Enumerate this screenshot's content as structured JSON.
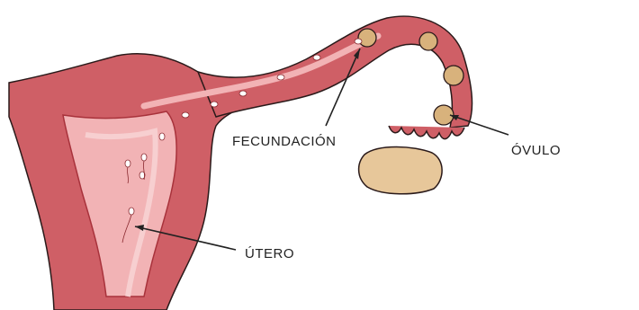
{
  "labels": {
    "fecundacion": "FECUNDACIÓN",
    "ovulo": "ÓVULO",
    "utero": "ÚTERO"
  },
  "colors": {
    "tissue": "#cf5f66",
    "tissue_dark": "#a8323b",
    "lining": "#f2b3b5",
    "lining_light": "#f7cfd0",
    "ovum": "#d8b27c",
    "ovary": "#e7c79a",
    "outline": "#2a1a1a"
  }
}
